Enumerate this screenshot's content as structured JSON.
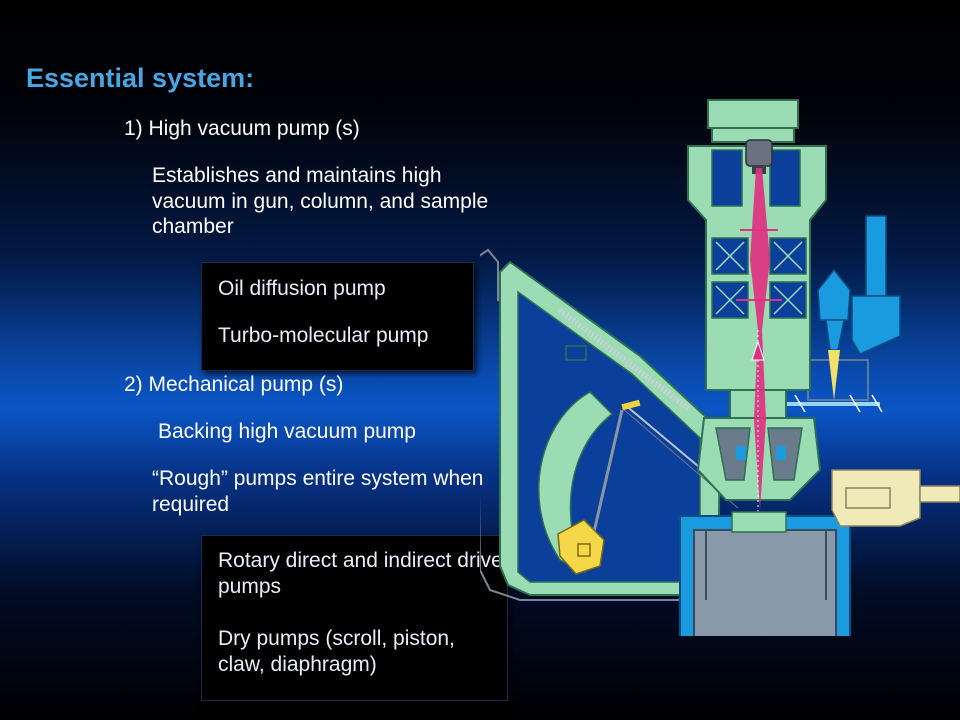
{
  "slide": {
    "title": "Essential system:",
    "item1": {
      "heading": "1)  High vacuum pump (s)",
      "description": "Establishes and maintains high vacuum in gun, column, and sample chamber",
      "examples": [
        "Oil diffusion pump",
        "Turbo-molecular pump"
      ]
    },
    "item2": {
      "heading": "2)  Mechanical pump (s)",
      "description1": "Backing high vacuum pump",
      "description2": "“Rough” pumps entire system when required",
      "examples": [
        "Rotary direct and indirect drive pumps",
        "Dry pumps (scroll, piston, claw, diaphragm)"
      ]
    }
  },
  "colors": {
    "title": "#4aa6e3",
    "column_body": "#9bdcb5",
    "column_outline": "#2f6f52",
    "stage_blue": "#1a9be0",
    "beam": "#e03080",
    "detector": "#f0e9b8"
  },
  "icons": [
    "sem-column-diagram"
  ]
}
